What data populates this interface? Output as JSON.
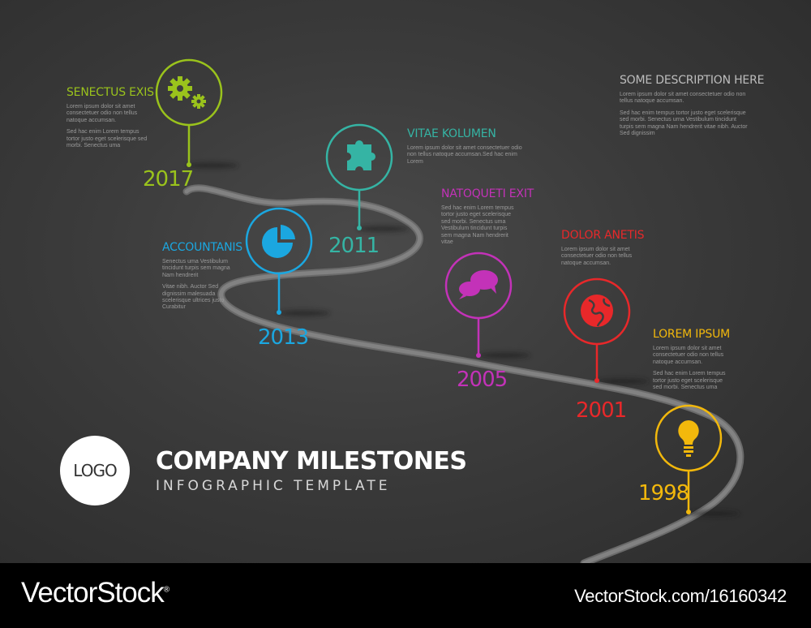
{
  "header": {
    "title": "COMPANY MILESTONES",
    "subtitle": "INFOGRAPHIC TEMPLATE",
    "logo_text": "LOGO"
  },
  "description": {
    "title": "SOME DESCRIPTION HERE",
    "para1": "Lorem ipsum dolor sit amet consectetuer odio non tellus natoque accumsan.",
    "para2": "Sed hac enim tempus tortor justo eget scelerisque sed morbi. Senectus urna Vestibulum tincidunt turpis sem magna Nam hendrerit vitae nibh. Auctor Sed dignissim"
  },
  "milestones": [
    {
      "year": "2017",
      "title": "SENECTUS EXIS",
      "color": "#9ac31c",
      "icon": "gears-icon",
      "para1": "Lorem ipsum dolor sit amet consectetuer odio non tellus natoque accumsan.",
      "para2": "Sed hac enim Lorem tempus tortor justo eget scelerisque sed morbi. Senectus uma"
    },
    {
      "year": "2011",
      "title": "VITAE KOLUMEN",
      "color": "#35b4a4",
      "icon": "puzzle-icon",
      "para1": "Lorem ipsum dolor sit amet consectetuer odio non tellus natoque accumsan.Sed hac enim Lorem"
    },
    {
      "year": "2013",
      "title": "ACCOUNTANIS",
      "color": "#1ba7e0",
      "icon": "pie-chart-icon",
      "para1": "Senectus uma Vestibulum tincidunt turpis sem magna Nam hendrerit",
      "para2": "Vitae nibh. Auctor Sed dignissim malesuada scelerisque ultrices justo Curabitur"
    },
    {
      "year": "2005",
      "title": "NATOQUETI EXIT",
      "color": "#c332b8",
      "icon": "chat-bubbles-icon",
      "para1": "Sed hac enim Lorem tempus tortor justo eget scelerisque sed morbi. Senectus uma Vestibulum tincidunt turpis sem magna Nam hendrerit vitae"
    },
    {
      "year": "2001",
      "title": "DOLOR ANETIS",
      "color": "#e8282a",
      "icon": "globe-icon",
      "para1": "Lorem ipsum dolor sit amet consectetuer odio non tellus natoque accumsan."
    },
    {
      "year": "1998",
      "title": "LOREM IPSUM",
      "color": "#f2b80c",
      "icon": "light-bulb-icon",
      "para1": "Lorem ipsum dolor sit amet consectetuer odio non tellus natoque accumsan.",
      "para2": "Sed hac enim Lorem tempus tortor justo eget scelerisque sed morbi. Senectus uma"
    }
  ],
  "footer": {
    "brand": "VectorStock",
    "brand_mark": "®",
    "id_text": "VectorStock.com/16160342"
  }
}
